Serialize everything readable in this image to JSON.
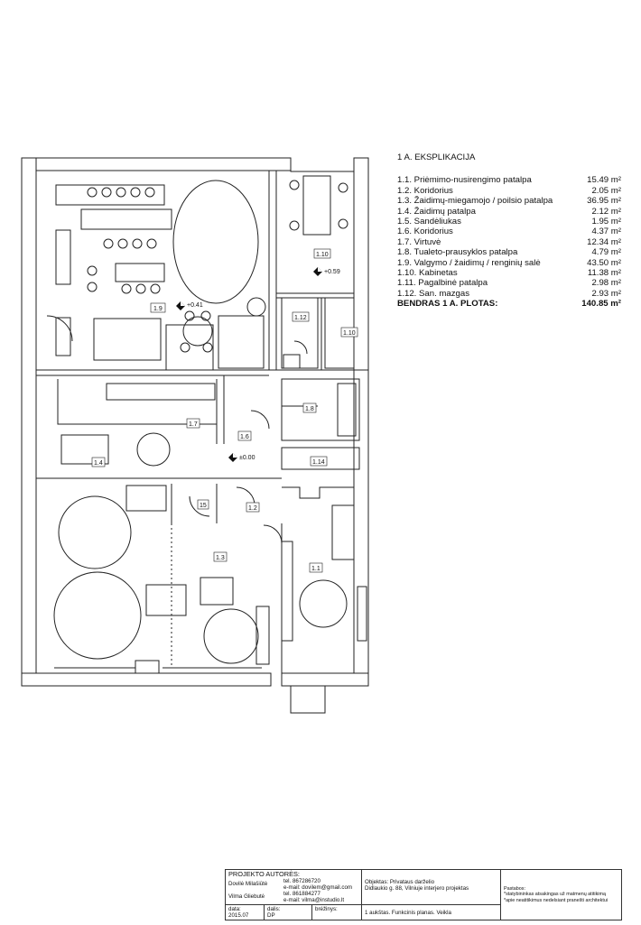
{
  "explication": {
    "title": "1 A. EKSPLIKACIJA",
    "rows": [
      {
        "name": "1.1. Priėmimo-nusirengimo patalpa",
        "area": "15.49 m²"
      },
      {
        "name": "1.2. Koridorius",
        "area": "2.05 m²"
      },
      {
        "name": "1.3. Žaidimų-miegamojo / poilsio patalpa",
        "area": "36.95 m²"
      },
      {
        "name": "1.4. Žaidimų patalpa",
        "area": "2.12 m²"
      },
      {
        "name": "1.5. Sandėliukas",
        "area": "1.95 m²"
      },
      {
        "name": "1.6. Koridorius",
        "area": "4.37 m²"
      },
      {
        "name": "1.7. Virtuvė",
        "area": "12.34 m²"
      },
      {
        "name": "1.8. Tualeto-prausyklos patalpa",
        "area": "4.79 m²"
      },
      {
        "name": "1.9. Valgymo / žaidimų / renginių salė",
        "area": "43.50 m²"
      },
      {
        "name": "1.10. Kabinetas",
        "area": "11.38 m²"
      },
      {
        "name": "1.11. Pagalbinė patalpa",
        "area": "2.98 m²"
      },
      {
        "name": "1.12. San. mazgas",
        "area": "2.93 m²"
      }
    ],
    "total": {
      "name": "BENDRAS 1  A. PLOTAS:",
      "area": "140.85 m²"
    }
  },
  "plan": {
    "room_labels": {
      "r19": "1.9",
      "r110a": "1.10",
      "r110b": "1.10",
      "r112": "1.12",
      "r18": "1.8",
      "r17": "1.7",
      "r16": "1.6",
      "r14": "1.4",
      "r114": "1.14",
      "r15": "15",
      "r12": "1.2",
      "r13": "1.3",
      "r11": "1.1"
    },
    "levels": {
      "l1": "+0.41",
      "l2": "+0.59",
      "l3": "±0.00"
    }
  },
  "title_block": {
    "authors_heading": "PROJEKTO AUTORĖS:",
    "author1": "Dovilė Milašiūtė",
    "author2": "Vilma Gliebutė",
    "tel1": "tel. 867286720",
    "email1": "e-mail: dovilem@gmail.com",
    "tel2": "tel. 861884277",
    "email2": "e-mail: vilma@instudio.lt",
    "object_line1": "Objektas: Privataus darželio",
    "object_line2": "Didlaukio g. 88, Vilniuje interjero projektas",
    "notes_heading": "Pastabos:",
    "note1": "*statybininkas atsakingas už matmenų atitikimą",
    "note2": "*apie neatitikimus nedelsiant pranešti architektui",
    "date_label": "data:",
    "date_value": "2015.07",
    "part_label": "dalis:",
    "part_value": "DP",
    "drawing_label": "brėžinys:",
    "drawing_title": "1 aukštas. Funkcinis planas. Veikla"
  }
}
